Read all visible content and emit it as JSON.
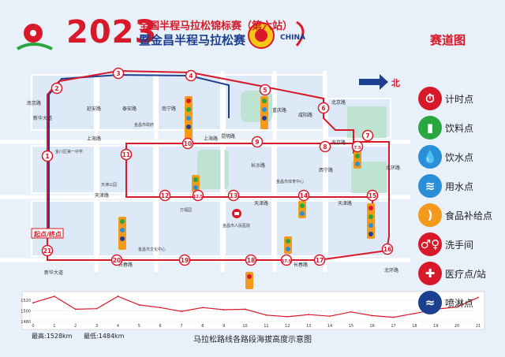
{
  "header": {
    "year": "2023",
    "line1": "全国半程马拉松锦标赛（第六站）",
    "line2": "暨金昌半程马拉松赛",
    "subtitle": "赛道图",
    "logo_text": "CHINA"
  },
  "legend": [
    {
      "label": "计时点",
      "icon": "stopwatch-icon",
      "color": "#d7192a",
      "glyph": "⏱"
    },
    {
      "label": "饮料点",
      "icon": "drink-cup-icon",
      "color": "#2aa640",
      "glyph": "▮"
    },
    {
      "label": "饮水点",
      "icon": "water-drop-icon",
      "color": "#2a8fd6",
      "glyph": "💧"
    },
    {
      "label": "用水点",
      "icon": "sponge-icon",
      "color": "#2a8fd6",
      "glyph": "≋"
    },
    {
      "label": "食品补给点",
      "icon": "banana-icon",
      "color": "#f39a1d",
      "glyph": ")"
    },
    {
      "label": "洗手间",
      "icon": "restroom-icon",
      "color": "#d7192a",
      "glyph": "♂♀"
    },
    {
      "label": "医疗点/站",
      "icon": "medical-cross-icon",
      "color": "#d7192a",
      "glyph": "✚"
    },
    {
      "label": "喷淋点",
      "icon": "shower-icon",
      "color": "#1d3f8f",
      "glyph": "≈"
    }
  ],
  "colors": {
    "route": "#d7192a",
    "road": "#ffffff",
    "park": "#bfe3d3",
    "background": "#e8f1fa",
    "marker": "#d7192a"
  },
  "north_label": "北",
  "markers": [
    "1",
    "2",
    "3",
    "4",
    "5",
    "6",
    "7",
    "7.5",
    "8",
    "9",
    "10",
    "11",
    "12",
    "12.5",
    "13",
    "14",
    "15",
    "16",
    "17",
    "17.5",
    "18",
    "19",
    "20",
    "21"
  ],
  "start_finish_label": "起点/终点",
  "roads": {
    "nanjing": "南京路",
    "xinhua_dajie": "新华大道",
    "yan_an": "延安路",
    "tai_an": "泰安路",
    "nanning": "南宁路",
    "kunming": "昆明路",
    "chongqing": "重庆路",
    "xianyang": "咸阳路",
    "beijing": "北京路",
    "shanghai": "上海路",
    "tianjin": "天津路",
    "changchun": "长春路",
    "xining": "西宁路",
    "changsha": "长沙路",
    "beihuan": "北环路",
    "nanjing2": "南京路",
    "xinhua_dajie2": "新华大道"
  },
  "poi": {
    "hospital": "金昌市人民医院",
    "city_hall": "金昌市政府",
    "cultural_park": "金昌市文化中心",
    "poi1": "万福园",
    "poi2": "金川区第一中学",
    "poi3": "金昌市体育中心",
    "poi4": "天津公园"
  },
  "elevation": {
    "caption": "马拉松路线各路段海拔高度示意图",
    "max_label": "最高:1528km",
    "min_label": "最低:1484km",
    "yticks": [
      1520,
      1500,
      1480
    ],
    "xticks": [
      "0",
      "1",
      "2",
      "3",
      "4",
      "5",
      "6",
      "7",
      "8",
      "9",
      "10",
      "11",
      "12",
      "13",
      "14",
      "15",
      "16",
      "17",
      "18",
      "19",
      "20",
      "21"
    ],
    "profile": [
      1515,
      1527,
      1503,
      1504,
      1527,
      1511,
      1506,
      1499,
      1506,
      1502,
      1503,
      1492,
      1489,
      1493,
      1490,
      1498,
      1491,
      1488,
      1495,
      1503,
      1507,
      1525
    ],
    "ylim": [
      1480,
      1530
    ]
  }
}
